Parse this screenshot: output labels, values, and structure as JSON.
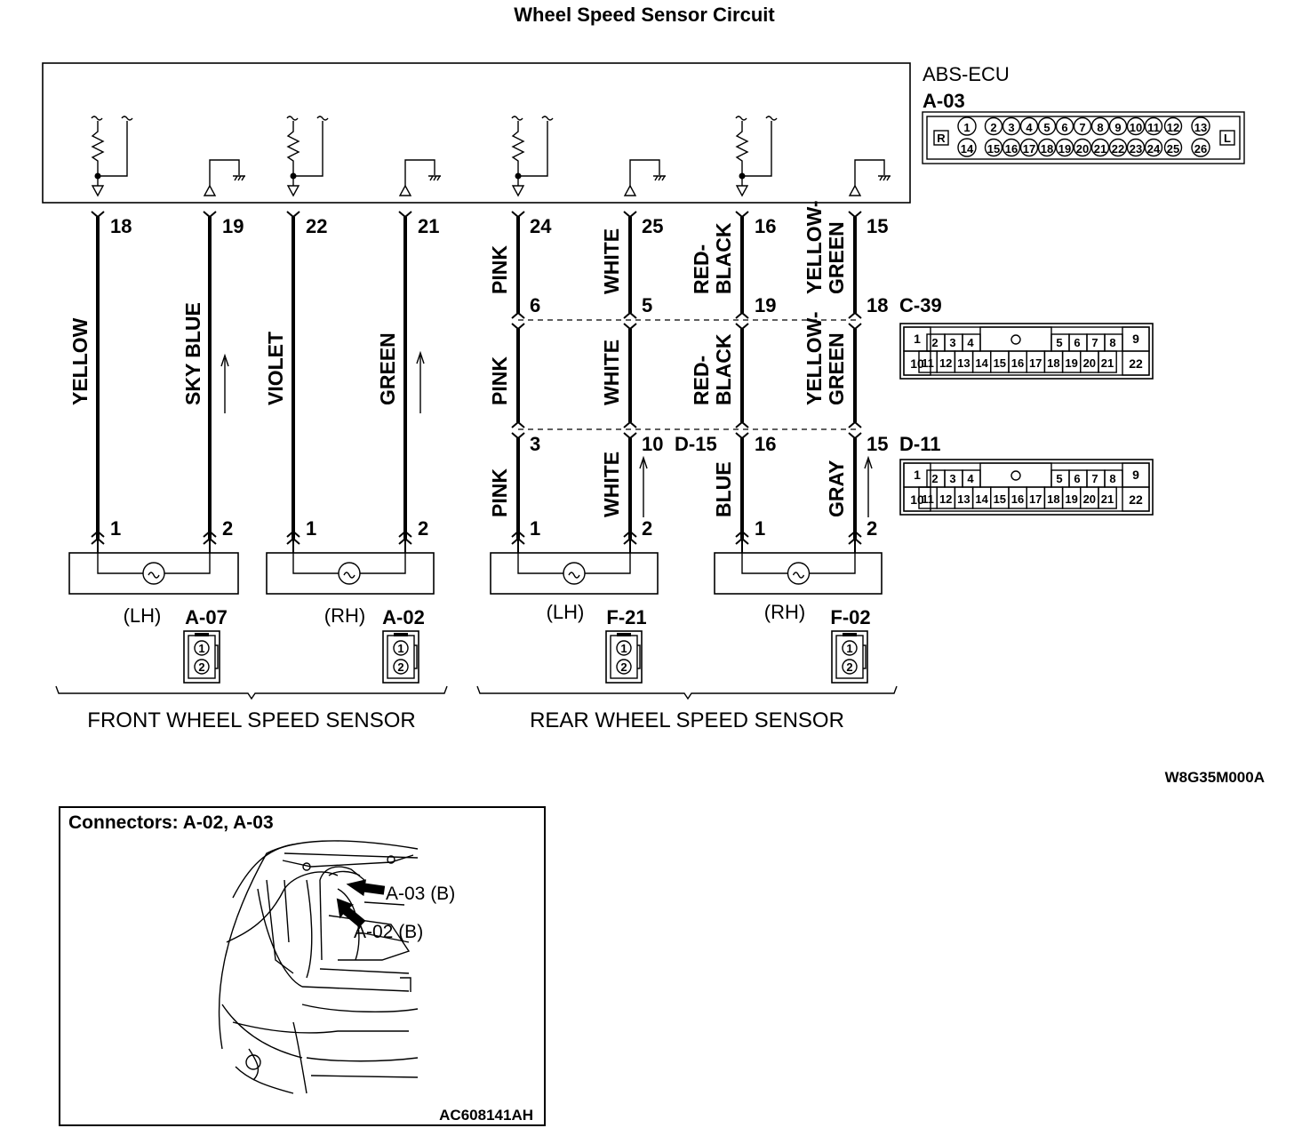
{
  "title": "Wheel Speed Sensor Circuit",
  "ecu": {
    "name": "ABS-ECU",
    "connector": "A-03",
    "connector_pins_top": [
      "1",
      "2",
      "3",
      "4",
      "5",
      "6",
      "7",
      "8",
      "9",
      "10",
      "11",
      "12",
      "13"
    ],
    "connector_pins_bottom": [
      "14",
      "15",
      "16",
      "17",
      "18",
      "19",
      "20",
      "21",
      "22",
      "23",
      "24",
      "25",
      "26"
    ],
    "side_left": "R",
    "side_right": "L"
  },
  "ecu_pins": [
    "18",
    "19",
    "22",
    "21",
    "24",
    "25",
    "16",
    "15"
  ],
  "wire_colors": {
    "front_lh_1": "YELLOW",
    "front_lh_2": "SKY BLUE",
    "front_rh_1": "VIOLET",
    "front_rh_2": "GREEN",
    "rear_lh_1_top": "PINK",
    "rear_lh_1_mid": "PINK",
    "rear_lh_1_bot": "PINK",
    "rear_lh_2_top": "WHITE",
    "rear_lh_2_mid": "WHITE",
    "rear_lh_2_bot": "WHITE",
    "rear_rh_1_top_a": "RED-",
    "rear_rh_1_top_b": "BLACK",
    "rear_rh_1_mid_a": "RED-",
    "rear_rh_1_mid_b": "BLACK",
    "rear_rh_1_bot": "BLUE",
    "rear_rh_2_top_a": "YELLOW-",
    "rear_rh_2_top_b": "GREEN",
    "rear_rh_2_mid_a": "YELLOW-",
    "rear_rh_2_mid_b": "GREEN",
    "rear_rh_2_bot": "GRAY"
  },
  "c39": {
    "name": "C-39",
    "pins": [
      "6",
      "5",
      "19",
      "18"
    ],
    "grid_top": [
      "1",
      "2",
      "3",
      "4",
      "5",
      "6",
      "7",
      "8",
      "9"
    ],
    "grid_bottom": [
      "10",
      "11",
      "12",
      "13",
      "14",
      "15",
      "16",
      "17",
      "18",
      "19",
      "20",
      "21",
      "22"
    ]
  },
  "d15": {
    "name": "D-15",
    "pins": [
      "3",
      "10",
      "16"
    ]
  },
  "d11": {
    "name": "D-11",
    "pins": [
      "15"
    ],
    "grid_top": [
      "1",
      "2",
      "3",
      "4",
      "5",
      "6",
      "7",
      "8",
      "9"
    ],
    "grid_bottom": [
      "10",
      "11",
      "12",
      "13",
      "14",
      "15",
      "16",
      "17",
      "18",
      "19",
      "20",
      "21",
      "22"
    ]
  },
  "sensors": [
    {
      "side": "(LH)",
      "connector": "A-07",
      "pins": [
        "1",
        "2"
      ]
    },
    {
      "side": "(RH)",
      "connector": "A-02",
      "pins": [
        "1",
        "2"
      ]
    },
    {
      "side": "(LH)",
      "connector": "F-21",
      "pins": [
        "1",
        "2"
      ]
    },
    {
      "side": "(RH)",
      "connector": "F-02",
      "pins": [
        "1",
        "2"
      ]
    }
  ],
  "mini_connector_pins": [
    "1",
    "2"
  ],
  "groups": {
    "front": "FRONT WHEEL SPEED SENSOR",
    "rear": "REAR WHEEL SPEED SENSOR"
  },
  "diagram_code": "W8G35M000A",
  "inset": {
    "title": "Connectors: A-02, A-03",
    "callout_a03": "A-03 (B)",
    "callout_a02": "A-02 (B)",
    "code": "AC608141AH"
  }
}
